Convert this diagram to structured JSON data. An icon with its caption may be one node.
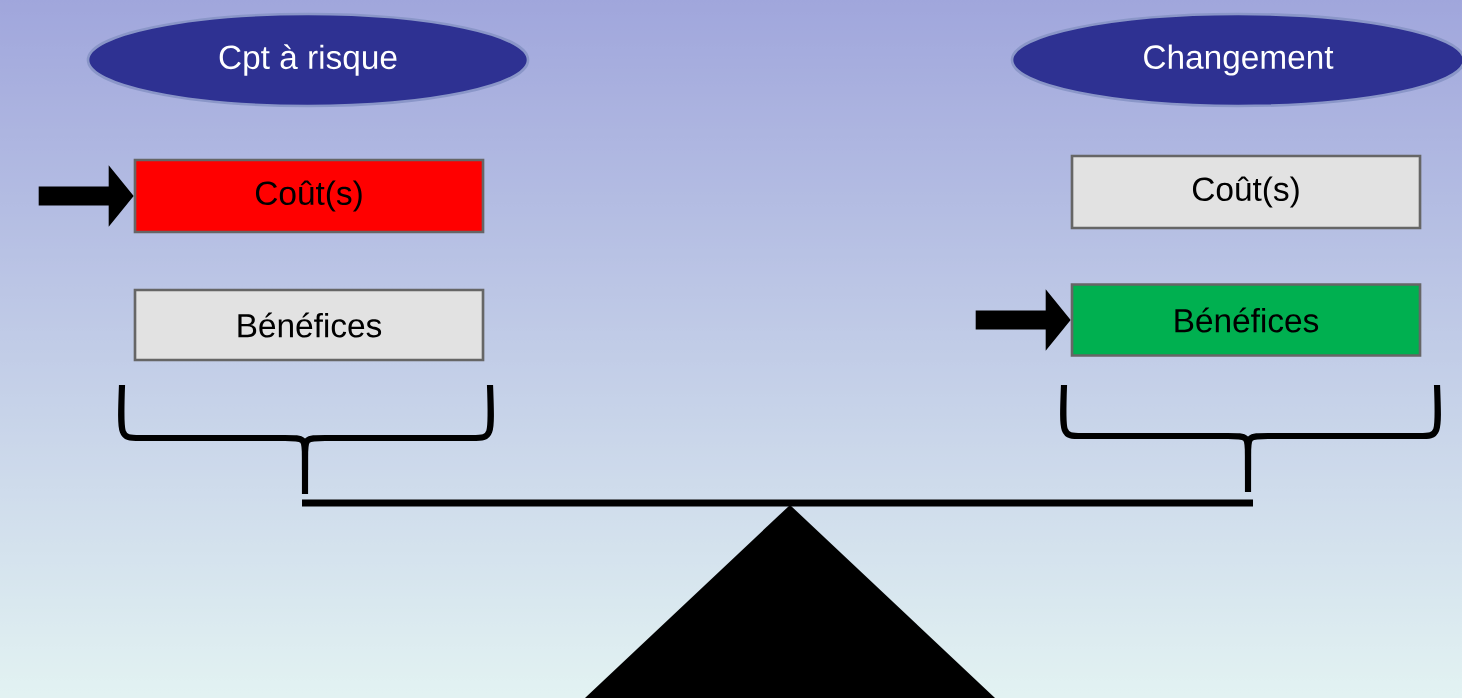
{
  "diagram": {
    "nodes": [
      {
        "text": [
          "Cpt à risque"
        ]
      },
      {
        "text": [
          "Changement"
        ]
      },
      {
        "text": [
          "Coût(s)"
        ]
      },
      {
        "text": [
          "Bénéfices"
        ]
      },
      {
        "text": [
          "Coût(s)"
        ]
      },
      {
        "text": [
          "Bénéfices"
        ]
      }
    ],
    "edges": [
      {
        "from": null,
        "to": 2,
        "arrow": "to"
      },
      {
        "from": null,
        "to": 5,
        "arrow": "to"
      }
    ]
  }
}
